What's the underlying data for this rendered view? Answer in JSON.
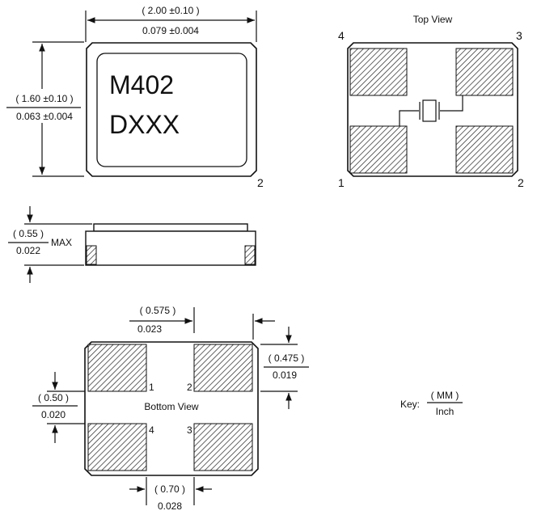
{
  "top_outline": {
    "width_mm": "( 2.00 ±0.10 )",
    "width_in": "0.079 ±0.004",
    "height_mm": "( 1.60 ±0.10 )",
    "height_in": "0.063 ±0.004",
    "marking_line1": "M402",
    "marking_line2": "DXXX",
    "pin_label": "2"
  },
  "side_view": {
    "height_mm": "( 0.55 )",
    "height_in": "0.022",
    "max_label": "MAX"
  },
  "top_view": {
    "title": "Top View",
    "pins": {
      "p1": "1",
      "p2": "2",
      "p3": "3",
      "p4": "4"
    }
  },
  "bottom_view": {
    "title": "Bottom View",
    "pad_width_mm": "( 0.575 )",
    "pad_width_in": "0.023",
    "pad_height_mm": "( 0.475 )",
    "pad_height_in": "0.019",
    "pad_gap_v_mm": "( 0.50 )",
    "pad_gap_v_in": "0.020",
    "pad_gap_h_mm": "( 0.70 )",
    "pad_gap_h_in": "0.028",
    "pins": {
      "p1": "1",
      "p2": "2",
      "p3": "3",
      "p4": "4"
    }
  },
  "key": {
    "label": "Key:",
    "unit_top": "( MM )",
    "unit_bottom": "Inch"
  }
}
